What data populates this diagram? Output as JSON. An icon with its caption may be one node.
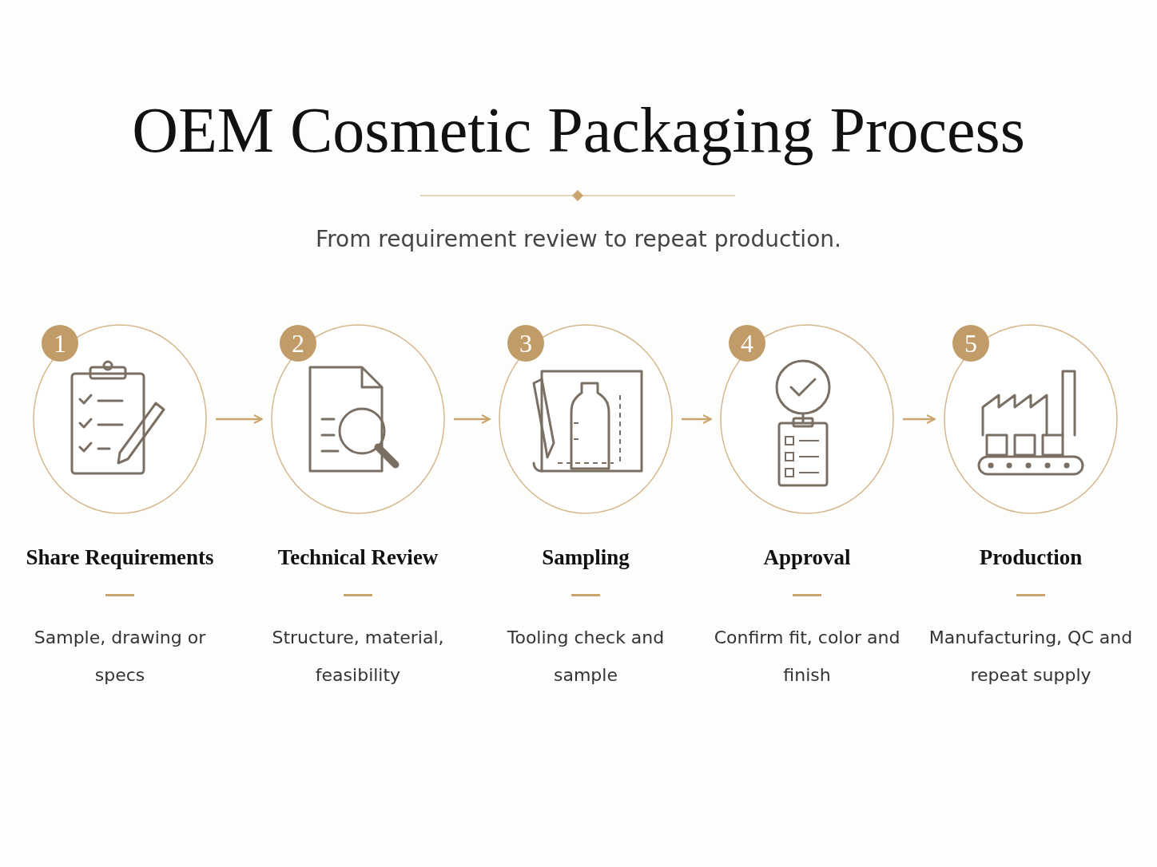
{
  "diagram": {
    "title": "OEM Cosmetic Packaging Process",
    "nodes": [
      {
        "text": [
          "1",
          "Share Requirements",
          "Sample, drawing or specs"
        ]
      },
      {
        "text": [
          "2",
          "Technical Review",
          "Structure, material, feasibility"
        ]
      },
      {
        "text": [
          "3",
          "Sampling",
          "Tooling check and sample"
        ]
      },
      {
        "text": [
          "4",
          "Approval",
          "Confirm fit, color and finish"
        ]
      },
      {
        "text": [
          "5",
          "Production",
          "Manufacturing, QC and repeat supply"
        ]
      }
    ],
    "edges": [
      {
        "from": 0,
        "to": 1,
        "arrow": "to"
      },
      {
        "from": 1,
        "to": 2,
        "arrow": "to"
      },
      {
        "from": 2,
        "to": 3,
        "arrow": "to"
      },
      {
        "from": 3,
        "to": 4,
        "arrow": "to"
      }
    ],
    "labels": [
      "From requirement review to repeat production."
    ]
  }
}
